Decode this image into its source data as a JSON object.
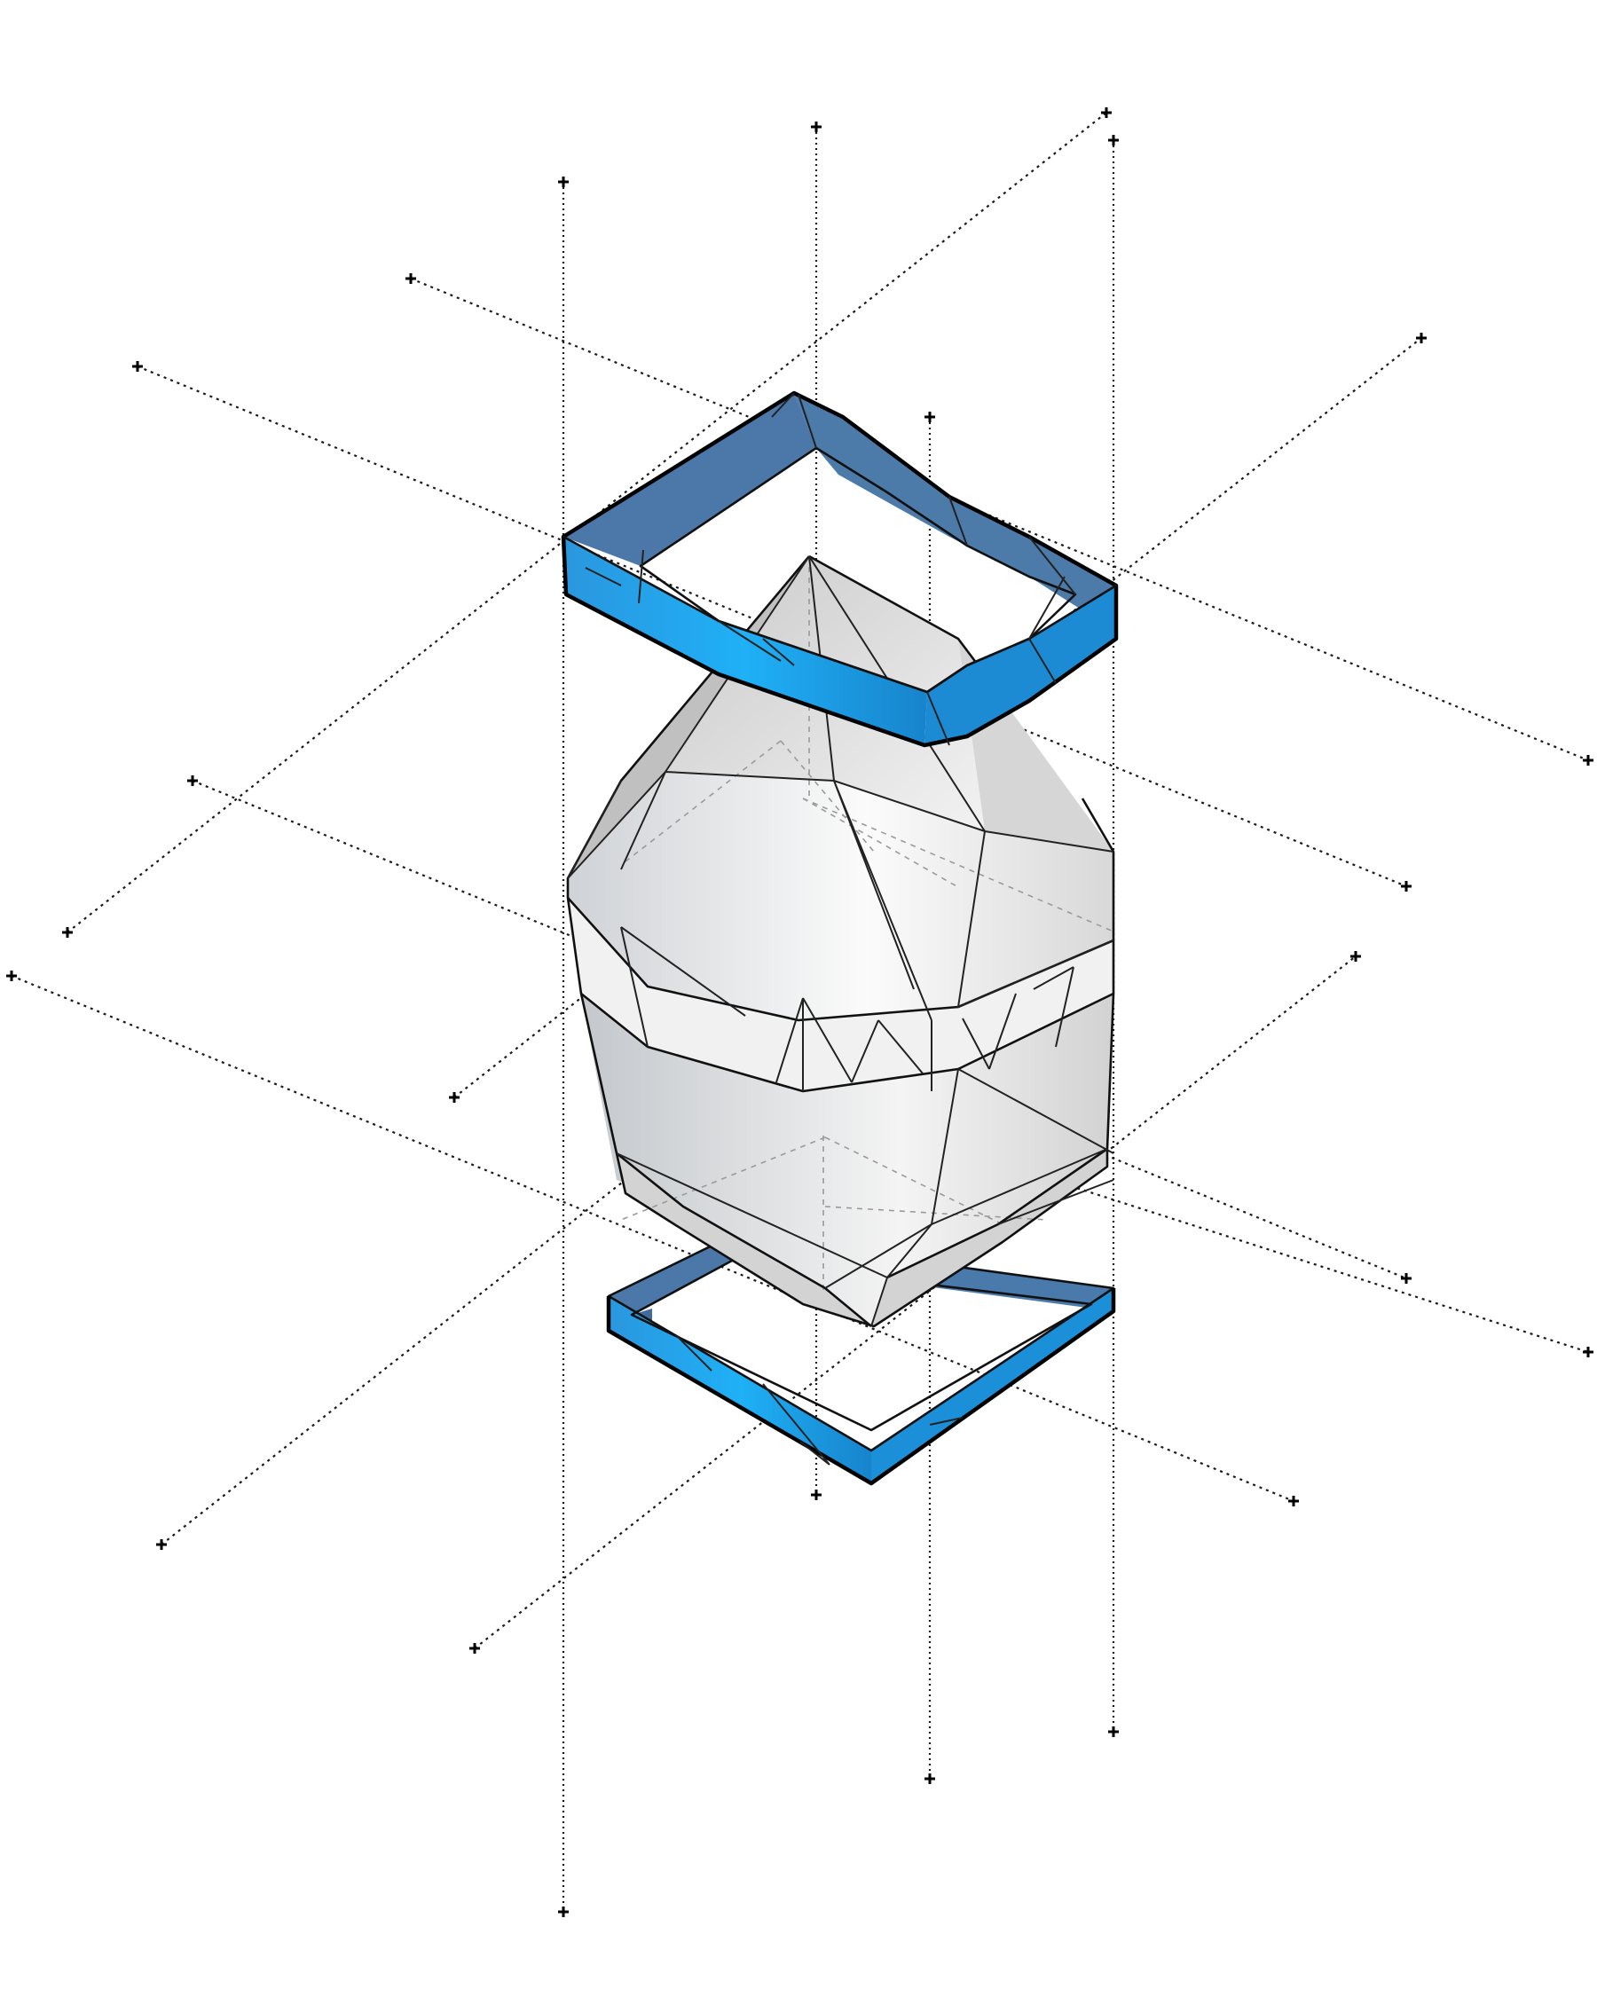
{
  "diagram": {
    "kind": "exploded-axonometric-massing",
    "colors": {
      "background": "#ffffff",
      "ring_outer": "#1ea4ef",
      "ring_inner": "#4b78a8",
      "ring_edge": "#000000",
      "volume_light": "#f7f7f7",
      "volume_mid": "#e2e2e2",
      "volume_dark": "#b9b9b9",
      "guide_line": "#1a1a1a"
    },
    "parts": [
      {
        "id": "top-ring",
        "label": ""
      },
      {
        "id": "faceted-volume",
        "label": ""
      },
      {
        "id": "bottom-ring",
        "label": ""
      }
    ]
  }
}
